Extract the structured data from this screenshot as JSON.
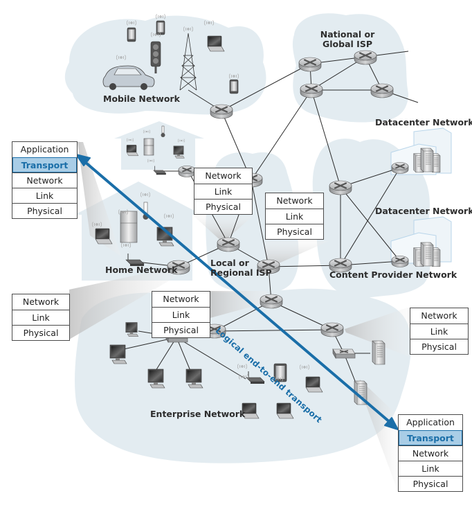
{
  "networks": {
    "mobile": "Mobile Network",
    "national_isp_line1": "National or",
    "national_isp_line2": "Global ISP",
    "datacenter_top": "Datacenter Network",
    "datacenter_bottom": "Datacenter Network",
    "home": "Home Network",
    "local_isp_line1": "Local or",
    "local_isp_line2": "Regional ISP",
    "content_provider": "Content Provider Network",
    "enterprise": "Enterprise Network"
  },
  "stacks": {
    "source_host": {
      "layers": [
        "Application",
        "Transport",
        "Network",
        "Link",
        "Physical"
      ],
      "highlighted": "Transport"
    },
    "dest_host": {
      "layers": [
        "Application",
        "Transport",
        "Network",
        "Link",
        "Physical"
      ],
      "highlighted": "Transport"
    },
    "router_local_isp": {
      "layers": [
        "Network",
        "Link",
        "Physical"
      ]
    },
    "router_regional": {
      "layers": [
        "Network",
        "Link",
        "Physical"
      ]
    },
    "router_home": {
      "layers": [
        "Network",
        "Link",
        "Physical"
      ]
    },
    "router_enterprise_left": {
      "layers": [
        "Network",
        "Link",
        "Physical"
      ]
    },
    "router_enterprise_right": {
      "layers": [
        "Network",
        "Link",
        "Physical"
      ]
    }
  },
  "transport_arrow": {
    "label": "Logical end-to-end transport",
    "color": "#1a6ea8"
  },
  "colors": {
    "cloud": "#e3ecf1",
    "highlight_fill": "#a9cde6",
    "highlight_text": "#1a6ea8",
    "router": "#a7a9ab"
  }
}
